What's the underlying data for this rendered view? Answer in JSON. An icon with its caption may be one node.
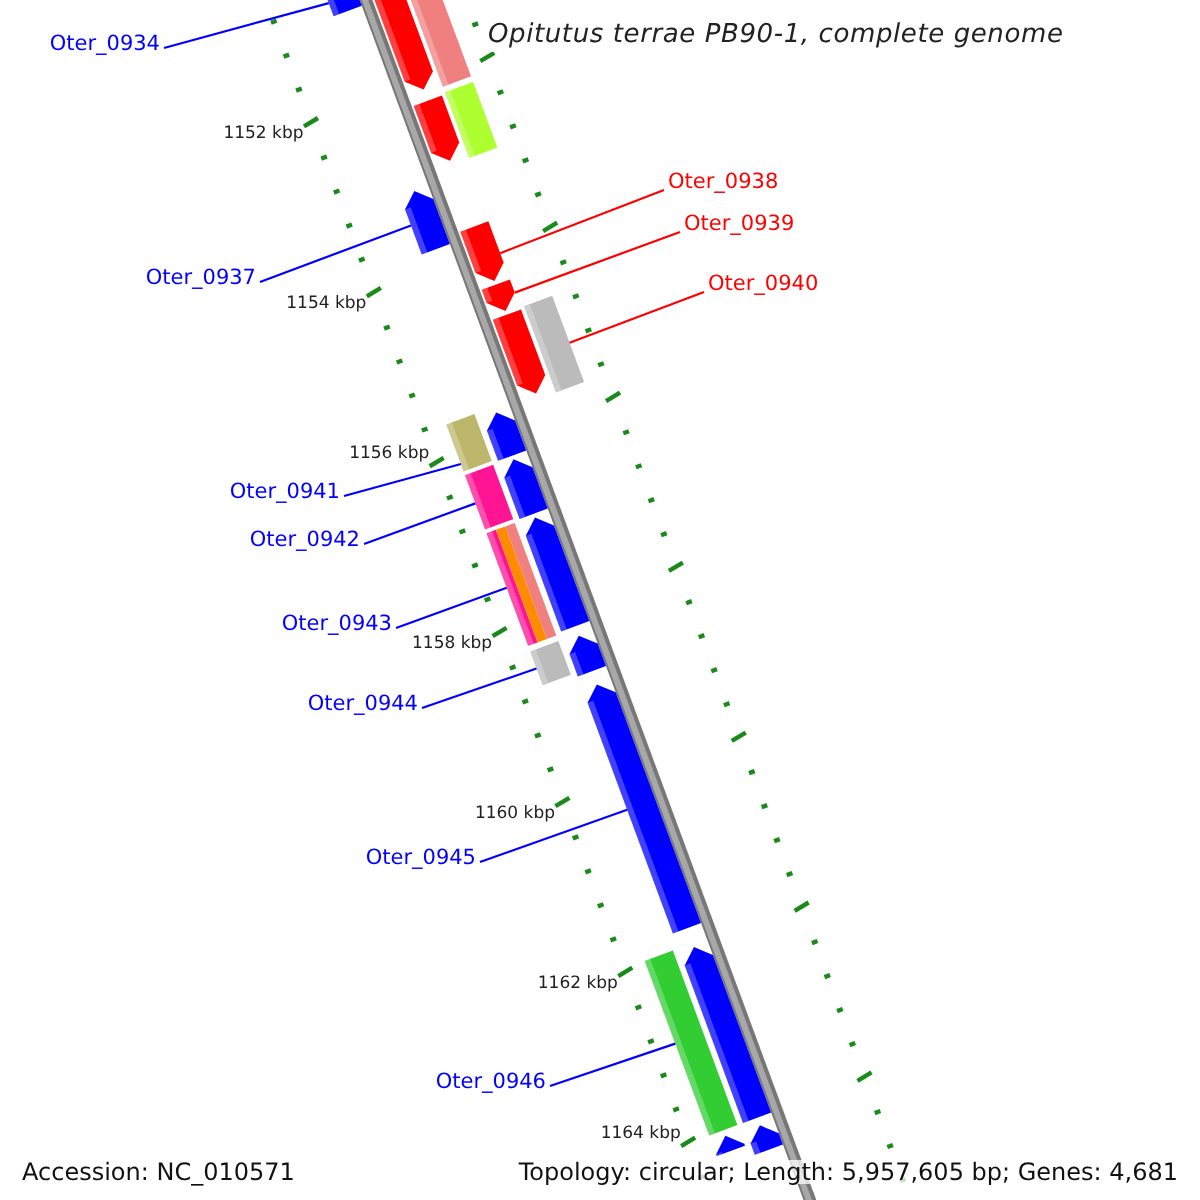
{
  "diagram": {
    "title": "Opitutus terrae PB90-1, complete genome",
    "nodes": [
      {
        "text": [
          "Oter_0934"
        ]
      },
      {
        "text": [
          "Oter_0937"
        ]
      },
      {
        "text": [
          "Oter_0938"
        ]
      },
      {
        "text": [
          "Oter_0939"
        ]
      },
      {
        "text": [
          "Oter_0940"
        ]
      },
      {
        "text": [
          "Oter_0941"
        ]
      },
      {
        "text": [
          "Oter_0942"
        ]
      },
      {
        "text": [
          "Oter_0943"
        ]
      },
      {
        "text": [
          "Oter_0944"
        ]
      },
      {
        "text": [
          "Oter_0945"
        ]
      },
      {
        "text": [
          "Oter_0946"
        ]
      },
      {
        "text": [],
        "shape": "bar"
      },
      {
        "text": [],
        "shape": "bar"
      },
      {
        "text": [],
        "shape": "bar"
      },
      {
        "text": [],
        "shape": "bar"
      },
      {
        "text": [],
        "shape": "bar"
      },
      {
        "text": [],
        "shape": "bar"
      },
      {
        "text": [],
        "shape": "bar"
      },
      {
        "text": [],
        "shape": "bar"
      },
      {
        "text": [],
        "shape": "bar"
      },
      {
        "text": [],
        "shape": "bar"
      },
      {
        "text": [],
        "shape": "bar"
      },
      {
        "text": [],
        "shape": "bar"
      },
      {
        "text": [],
        "shape": "bar"
      },
      {
        "text": [],
        "shape": "bar"
      },
      {
        "text": [],
        "shape": "bar"
      },
      {
        "text": [],
        "shape": "bar"
      },
      {
        "text": [],
        "shape": "bar"
      },
      {
        "text": [],
        "shape": "bar"
      },
      {
        "text": [],
        "shape": "bar"
      },
      {
        "text": [],
        "shape": "bar"
      },
      {
        "text": [],
        "shape": "bar"
      },
      {
        "text": [],
        "shape": "bar"
      },
      {
        "text": [],
        "shape": "bar"
      }
    ],
    "edges": [
      {
        "from": 0,
        "to": 11,
        "arrow": "none"
      },
      {
        "from": 1,
        "to": 16,
        "arrow": "none"
      },
      {
        "from": 2,
        "to": 17,
        "arrow": "none",
        "color": "#ff0000"
      },
      {
        "from": 3,
        "to": 18,
        "arrow": "none",
        "color": "#ff0000"
      },
      {
        "from": 4,
        "to": 19,
        "arrow": "none",
        "color": "#ff0000"
      },
      {
        "from": 5,
        "to": 21,
        "arrow": "none"
      },
      {
        "from": 6,
        "to": 23,
        "arrow": "none"
      },
      {
        "from": 7,
        "to": 25,
        "arrow": "none"
      },
      {
        "from": 8,
        "to": 27,
        "arrow": "none"
      },
      {
        "from": 9,
        "to": 29,
        "arrow": "none"
      },
      {
        "from": 10,
        "to": 30,
        "arrow": "none"
      }
    ],
    "labels": [
      "1152 kbp",
      "1154 kbp",
      "1156 kbp",
      "1158 kbp",
      "1160 kbp",
      "1162 kbp",
      "1164 kbp",
      "Accession: NC_010571",
      "Topology: circular; Length: 5,957,605 bp; Genes: 4,681"
    ]
  }
}
